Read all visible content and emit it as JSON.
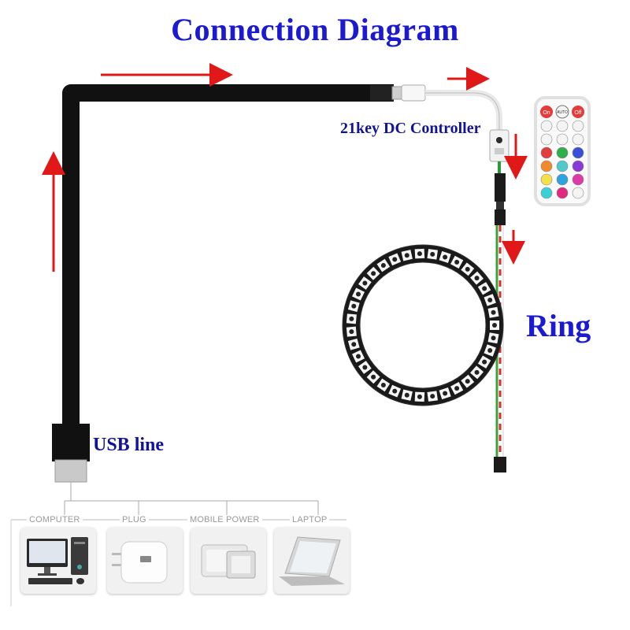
{
  "title": "Connection Diagram",
  "labels": {
    "controller": "21key DC Controller",
    "ring": "Ring",
    "usb": "USB line"
  },
  "devices": [
    "COMPUTER",
    "PLUG",
    "MOBILE POWER",
    "LAPTOP"
  ],
  "remote": {
    "on": "On",
    "auto": "AUTO",
    "off": "Off"
  },
  "colors": {
    "title": "#1c1ad0",
    "label": "#13139a",
    "arrow": "#e01818",
    "cable": "#111111"
  }
}
